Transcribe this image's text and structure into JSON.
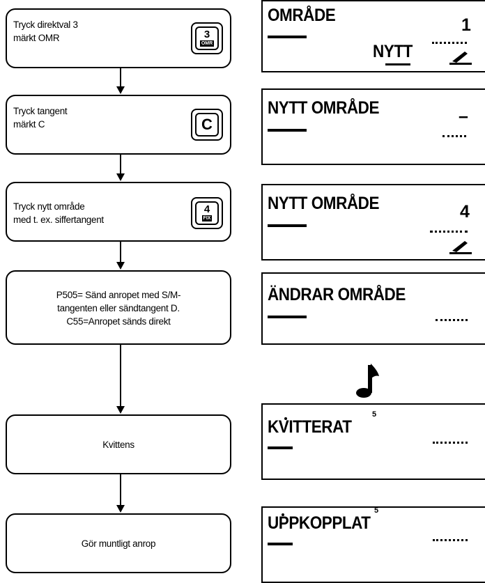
{
  "steps": [
    {
      "text": "Tryck direktval 3\nmärkt OMR",
      "key_main": "3",
      "key_sub": "OMR"
    },
    {
      "text": "Tryck tangent\nmärkt C",
      "key_main": "C"
    },
    {
      "text": "Tryck nytt område\nmed t. ex. siffertangent",
      "key_main": "4",
      "key_sub": "FIX"
    },
    {
      "text": "P505= Sänd anropet med S/M-\ntangenten eller sändtangent D.\nC55=Anropet sänds direkt"
    },
    {
      "text": "Kvittens"
    },
    {
      "text": "Gör muntligt anrop"
    }
  ],
  "displays": [
    {
      "line1": "OMRÅDE",
      "value": "1",
      "line2": "NYTT",
      "icon": "phone-icon"
    },
    {
      "line1": "NYTT OMRÅDE",
      "value": "–"
    },
    {
      "line1": "NYTT OMRÅDE",
      "value": "4",
      "icon": "phone-icon"
    },
    {
      "line1": "ÄNDRAR OMRÅDE"
    },
    {
      "line1": "KVITTERAT",
      "mark": "5"
    },
    {
      "line1": "UPPKOPPLAT",
      "mark": "5"
    }
  ],
  "music_icon": "music-note-icon"
}
